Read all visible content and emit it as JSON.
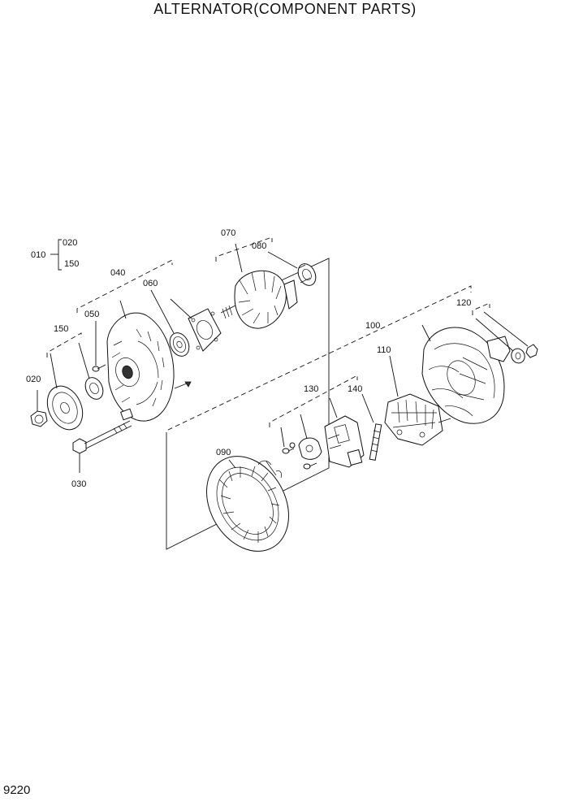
{
  "title": "ALTERNATOR(COMPONENT PARTS)",
  "page_number": "9220",
  "labels": {
    "p010": "010",
    "p020_group": "020",
    "p150_group": "150",
    "p020": "020",
    "p030": "030",
    "p040": "040",
    "p050": "050",
    "p060": "060",
    "p070": "070",
    "p080": "080",
    "p090": "090",
    "p100": "100",
    "p110": "110",
    "p120": "120",
    "p130": "130",
    "p140": "140",
    "p150": "150"
  }
}
